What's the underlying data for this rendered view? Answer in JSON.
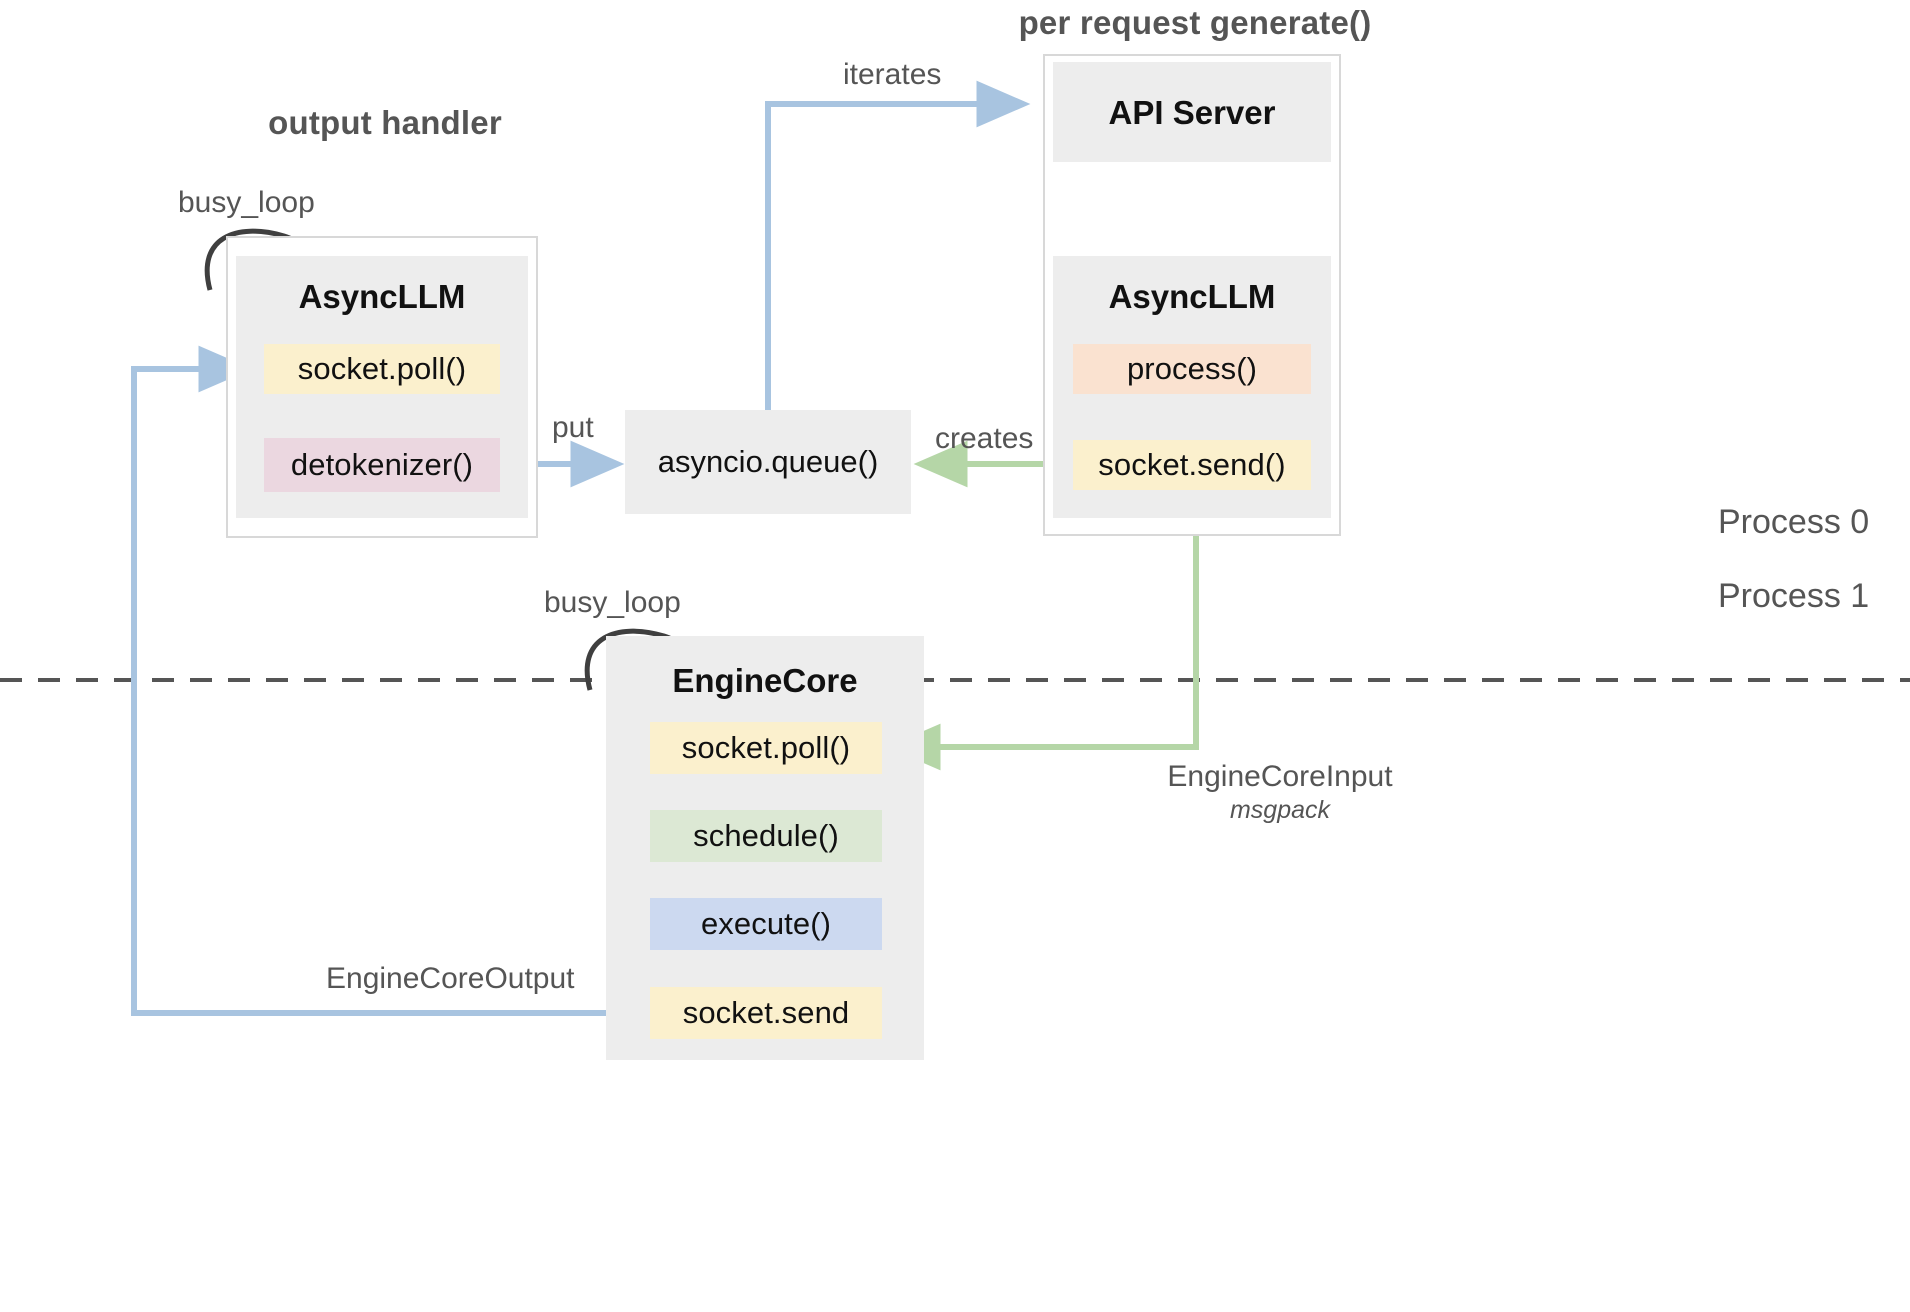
{
  "diagram": {
    "title_left": "output handler",
    "title_right": "per request generate()",
    "process_top": "Process 0",
    "process_bottom": "Process 1"
  },
  "output_handler": {
    "group_title": "AsyncLLM",
    "self_loop_label": "busy_loop",
    "slots": [
      {
        "label": "socket.poll()",
        "color": "#fbf0cd"
      },
      {
        "label": "detokenizer()",
        "color": "#ebd7e0"
      }
    ]
  },
  "queue": {
    "label": "asyncio.queue()"
  },
  "per_request": {
    "api_server_title": "API Server",
    "group_title": "AsyncLLM",
    "slots": [
      {
        "label": "process()",
        "color": "#fae2d0"
      },
      {
        "label": "socket.send()",
        "color": "#fbf0cd"
      }
    ]
  },
  "engine_core": {
    "group_title": "EngineCore",
    "self_loop_label": "busy_loop",
    "slots": [
      {
        "label": "socket.poll()",
        "color": "#fbf0cd"
      },
      {
        "label": "schedule()",
        "color": "#dce8d4"
      },
      {
        "label": "execute()",
        "color": "#ccd9f0"
      },
      {
        "label": "socket.send",
        "color": "#fbf0cd"
      }
    ]
  },
  "edges": {
    "iterates": "iterates",
    "put": "put",
    "creates": "creates",
    "engine_core_input": "EngineCoreInput",
    "engine_core_input_sub": "msgpack",
    "engine_core_output": "EngineCoreOutput"
  },
  "colors": {
    "arrow_blue": "#a8c4e0",
    "arrow_green": "#b5d6a7",
    "arrow_dark": "#555555",
    "group_gray": "#ededed",
    "frame_gray": "#d8d8d8",
    "yellow": "#fbf0cd",
    "pink": "#ebd7e0",
    "peach": "#fae2d0",
    "green": "#dce8d4",
    "blue": "#ccd9f0"
  }
}
